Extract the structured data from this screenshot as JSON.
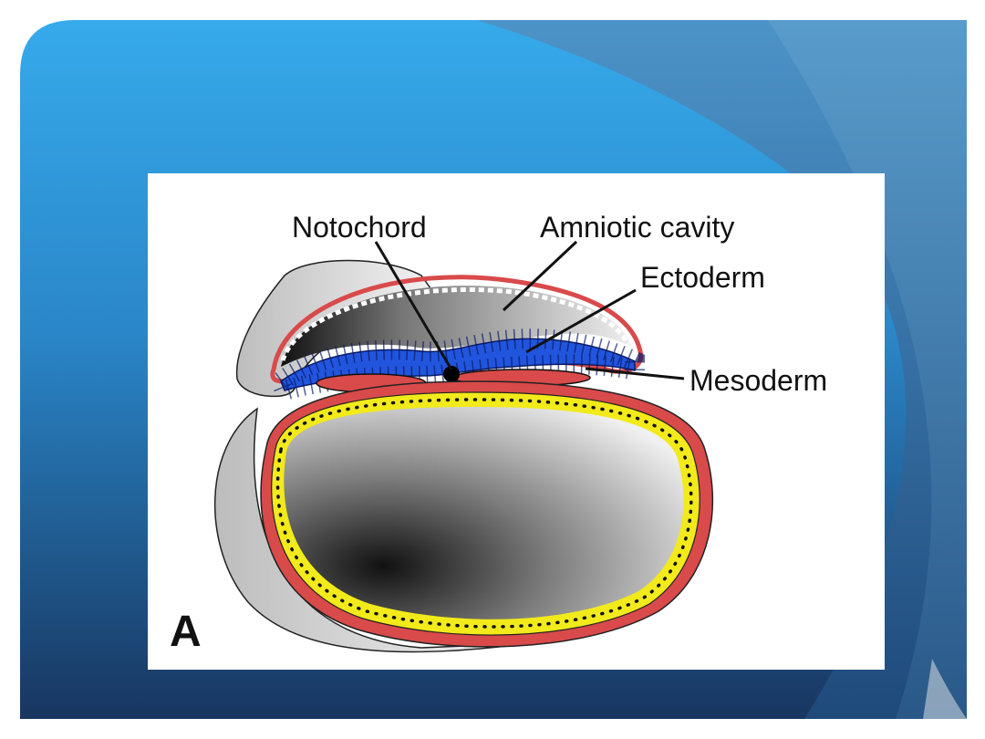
{
  "slide": {
    "colors": {
      "background_top": "#35a9ea",
      "background_bottom": "#1a3a66",
      "accent_wave": "#4a8fc4"
    }
  },
  "figure": {
    "panel_letter": "A",
    "labels": {
      "notochord": "Notochord",
      "amniotic_cavity": "Amniotic cavity",
      "ectoderm": "Ectoderm",
      "mesoderm": "Mesoderm"
    },
    "colors": {
      "ectoderm": "#2255dd",
      "mesoderm": "#d94a4a",
      "endoderm": "#f2ea1a",
      "notochord": "#000000"
    }
  }
}
